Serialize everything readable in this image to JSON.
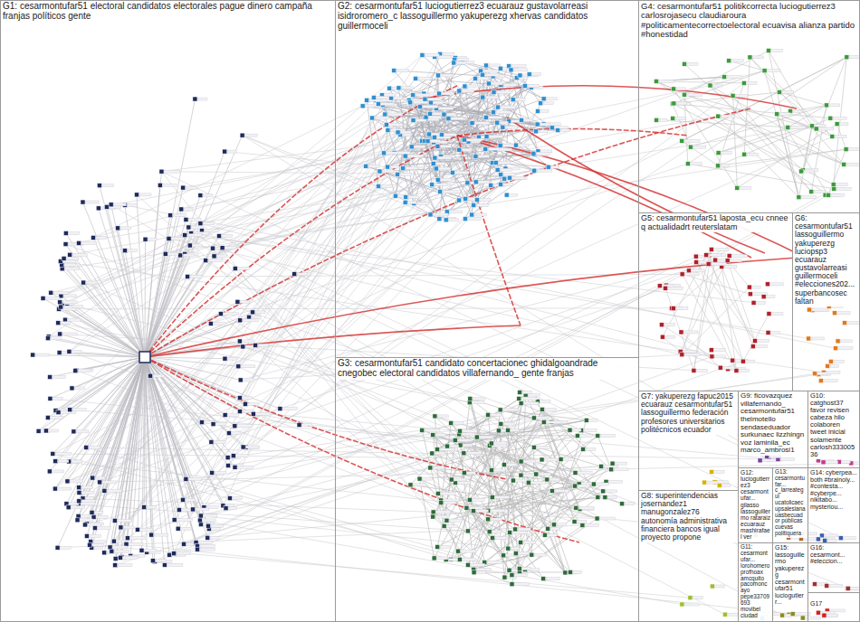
{
  "diagram": {
    "nodes": [
      {
        "text": [
          "G1: cesarmontufar51 electoral candidatos electorales pague dinero campaña franjas políticos gente"
        ]
      },
      {
        "text": [
          "G2: cesarmontufar51 luciogutierrez3 ecuarauz gustavolarreasi isidroromero_c lassoguillermo yakuperezg xhervas candidatos guillermoceli"
        ]
      },
      {
        "text": [
          "G3: cesarmontufar51 candidato concertacionec ghidalgoandrade cnegobec electoral candidatos villafernando_ gente franjas"
        ]
      },
      {
        "text": [
          "G4: cesarmontufar51 politikcorrecta luciogutierrez3 carlosrojasecu claudiaroura #politicamentecorrectoelectoral ecuavisa alianza partido #honestidad"
        ]
      },
      {
        "text": [
          "G5: cesarmontufar51 laposta_ecu cnnee q actualidadrt reuterslatam"
        ]
      },
      {
        "text": [
          "G6: cesarmontufar51 lassoguillermo yakuperezg luciopsp3 ecuarauz gustavolarreasi guillermoceli #elecciones202... superbancosec faltan"
        ]
      },
      {
        "text": [
          "G7: yakuperezg fapuc2015 ecuarauz cesarmontufar51 lassoguillermo federación profesores universitarios politécnicos ecuador"
        ]
      },
      {
        "text": [
          "G8: superintendencias josernandez1 manugonzalez76 autonomía administrativa financiera bancos igual proyecto propone"
        ]
      },
      {
        "text": [
          "G9: ficovazquez villafernando_ cesarmontufar51 thelmotello sendaseduador surkunaec lizzhingn voz laminila_ec marco_ambrosi1"
        ]
      },
      {
        "text": [
          "G10: catghost37 favor revisen cabeza hilo colaboren tweet inicial solamente carlosh33300536"
        ]
      },
      {
        "text": [
          "G11: cesarmontufar... lorohomero profhoax amcquito pacomoncayo pepe33709693 movibel ciudad"
        ]
      },
      {
        "text": [
          "G12: luciogutierrez3 cesarmontufar... gilasso lassoguillermo rataraiz ecuarauz mashirafael ver"
        ]
      },
      {
        "text": [
          "G13: cesarmontufar... c_larreategui ucatolicaec upsalesiana uasbecuador públicas cuevas politiquera"
        ]
      },
      {
        "text": [
          "G14: cyberpea... both #brainoly... #contesta... #cyberpe... nikitabo... mysteriou..."
        ]
      },
      {
        "text": [
          "G15: lassoguillermo yakuperezg cesarmontufar51 luciogutierr..."
        ]
      },
      {
        "text": [
          "G16: cesarmont... #eleccion..."
        ]
      },
      {
        "text": [
          "G17"
        ]
      }
    ]
  }
}
